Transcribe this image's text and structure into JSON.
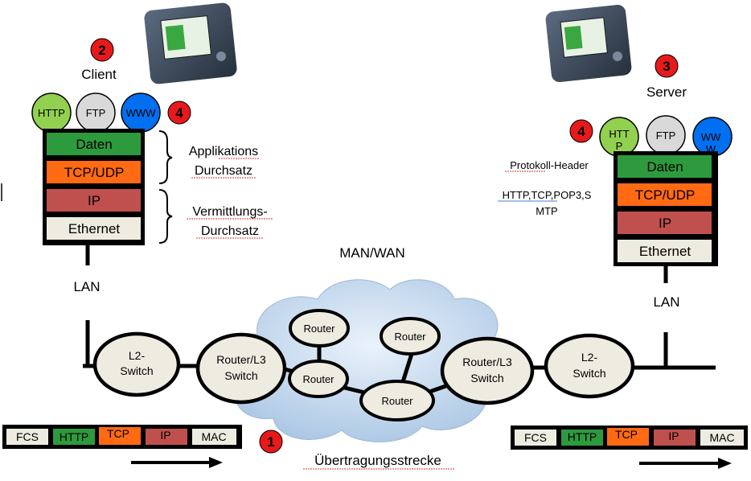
{
  "labels": {
    "client": "Client",
    "server": "Server",
    "man_wan": "MAN/WAN",
    "lan_left": "LAN",
    "lan_right": "LAN",
    "appl_line1": "Applikations",
    "appl_line2": "Durchsatz",
    "verm_line1": "Vermittlungs-",
    "verm_line2": "Durchsatz",
    "protokoll_header": "Protokoll-Header",
    "protocols_line1": "HTTP,TCP,POP3,S",
    "protocols_line2": "MTP",
    "uebertragung": "Übertragungsstrecke"
  },
  "badges": {
    "b1": "1",
    "b2": "2",
    "b3": "3",
    "b4_left": "4",
    "b4_right": "4"
  },
  "client_stack": {
    "apps": [
      "HTTP",
      "FTP",
      "WWW"
    ],
    "layers": [
      "Daten",
      "TCP/UDP",
      "IP",
      "Ethernet"
    ]
  },
  "server_stack": {
    "apps_line1": [
      "HTT",
      "FTP",
      "WW"
    ],
    "apps_line2": [
      "P",
      "",
      "W"
    ],
    "layers": [
      "Daten",
      "TCP/UDP",
      "IP",
      "Ethernet"
    ]
  },
  "nodes": {
    "l2_left": [
      "L2-",
      "Switch"
    ],
    "l3_left": [
      "Router/L3",
      "Switch"
    ],
    "router_a": "Router",
    "router_b": "Router",
    "router_c": "Router",
    "router_d": "Router",
    "l3_right": [
      "Router/L3",
      "Switch"
    ],
    "l2_right": [
      "L2-",
      "Switch"
    ]
  },
  "frame_left": [
    "FCS",
    "HTTP",
    "TCP",
    "IP",
    "MAC"
  ],
  "frame_right": [
    "FCS",
    "HTTP",
    "TCP",
    "IP",
    "MAC"
  ],
  "colors": {
    "green": "#2e9a3e",
    "orange": "#ff6a13",
    "red": "#c0504d",
    "cream": "#eeece1",
    "badge": "#e8191a",
    "app_green": "#92d050",
    "app_grey": "#d9d9d9",
    "app_blue": "#0070f0",
    "node_fill": "#eeece1"
  }
}
